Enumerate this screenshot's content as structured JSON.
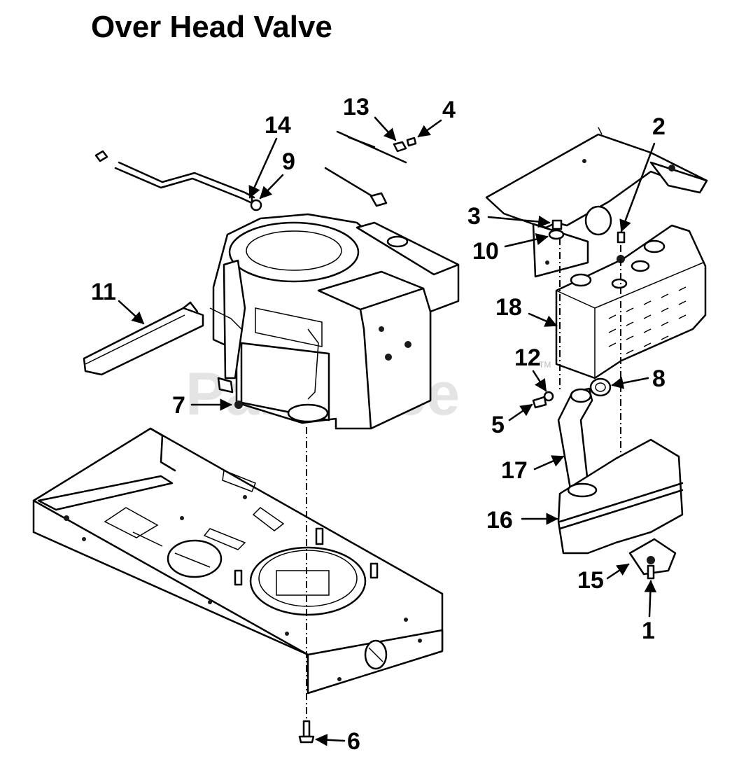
{
  "title": "Over Head Valve",
  "watermark": "PartsTree",
  "watermark_mark": "TM",
  "callouts": [
    {
      "id": "c1",
      "label": "1"
    },
    {
      "id": "c2",
      "label": "2"
    },
    {
      "id": "c3",
      "label": "3"
    },
    {
      "id": "c4",
      "label": "4"
    },
    {
      "id": "c5",
      "label": "5"
    },
    {
      "id": "c6",
      "label": "6"
    },
    {
      "id": "c7",
      "label": "7"
    },
    {
      "id": "c8",
      "label": "8"
    },
    {
      "id": "c9",
      "label": "9"
    },
    {
      "id": "c10",
      "label": "10"
    },
    {
      "id": "c11",
      "label": "11"
    },
    {
      "id": "c12",
      "label": "12"
    },
    {
      "id": "c13",
      "label": "13"
    },
    {
      "id": "c14",
      "label": "14"
    },
    {
      "id": "c15",
      "label": "15"
    },
    {
      "id": "c16",
      "label": "16"
    },
    {
      "id": "c17",
      "label": "17"
    },
    {
      "id": "c18",
      "label": "18"
    }
  ]
}
